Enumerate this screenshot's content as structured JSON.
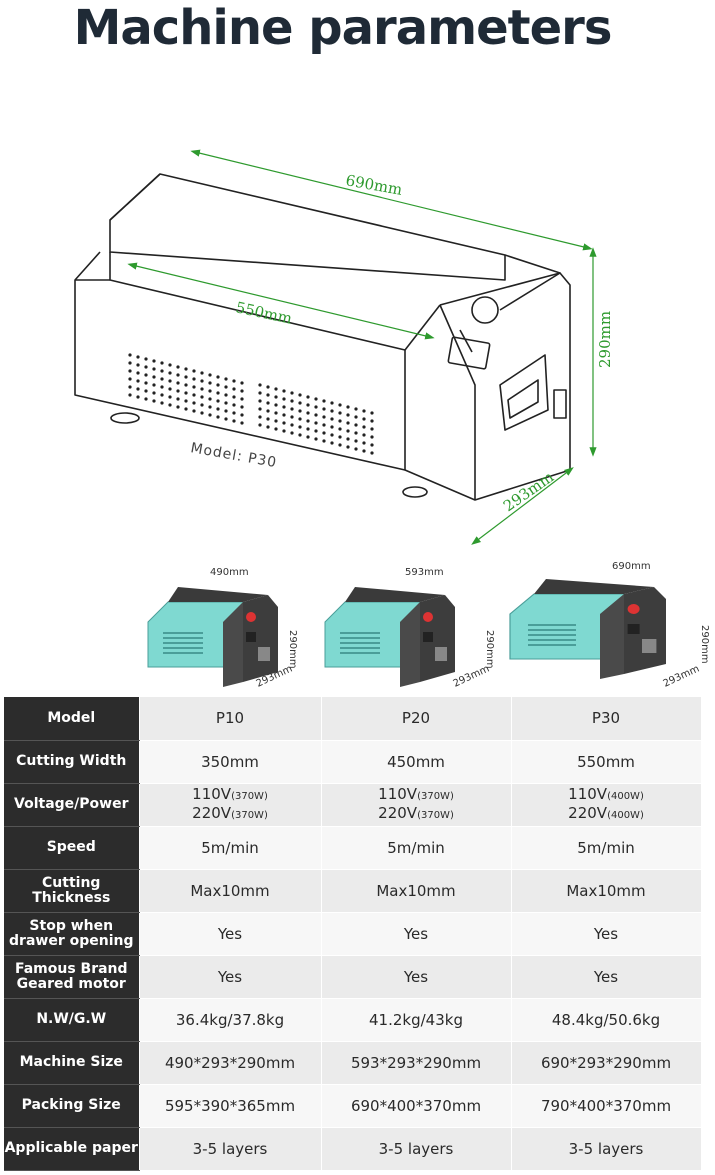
{
  "title": "Machine parameters",
  "hero": {
    "length_label": "690mm",
    "inner_width_label": "550mm",
    "height_label": "290mm",
    "depth_label": "293mm",
    "model_label": "Model:  P30"
  },
  "thumbnails": [
    {
      "width": "490mm",
      "height": "290mm",
      "depth": "293mm"
    },
    {
      "width": "593mm",
      "height": "290mm",
      "depth": "293mm"
    },
    {
      "width": "690mm",
      "height": "290mm",
      "depth": "293mm"
    }
  ],
  "colors": {
    "accent": "#6fd6cf",
    "header_bg": "#2c2c2c",
    "dimension": "#2e9a2e"
  },
  "table": {
    "rows": [
      {
        "label": "Model",
        "values": [
          "P10",
          "P20",
          "P30"
        ]
      },
      {
        "label": "Cutting Width",
        "values": [
          "350mm",
          "450mm",
          "550mm"
        ]
      },
      {
        "label": "Voltage/Power",
        "values": [
          {
            "v1": "110V",
            "p1": "(370W)",
            "v2": "220V",
            "p2": "(370W)"
          },
          {
            "v1": "110V",
            "p1": "(370W)",
            "v2": "220V",
            "p2": "(370W)"
          },
          {
            "v1": "110V",
            "p1": "(400W)",
            "v2": "220V",
            "p2": "(400W)"
          }
        ]
      },
      {
        "label": "Speed",
        "values": [
          "5m/min",
          "5m/min",
          "5m/min"
        ]
      },
      {
        "label": "Cutting Thickness",
        "values": [
          "Max10mm",
          "Max10mm",
          "Max10mm"
        ]
      },
      {
        "label": "Stop when drawer opening",
        "values": [
          "Yes",
          "Yes",
          "Yes"
        ]
      },
      {
        "label": "Famous Brand Geared motor",
        "values": [
          "Yes",
          "Yes",
          "Yes"
        ]
      },
      {
        "label": "N.W/G.W",
        "values": [
          "36.4kg/37.8kg",
          "41.2kg/43kg",
          "48.4kg/50.6kg"
        ]
      },
      {
        "label": "Machine Size",
        "values": [
          "490*293*290mm",
          "593*293*290mm",
          "690*293*290mm"
        ]
      },
      {
        "label": "Packing Size",
        "values": [
          "595*390*365mm",
          "690*400*370mm",
          "790*400*370mm"
        ]
      },
      {
        "label": "Applicable paper",
        "values": [
          "3-5 layers",
          "3-5 layers",
          "3-5 layers"
        ]
      }
    ]
  }
}
